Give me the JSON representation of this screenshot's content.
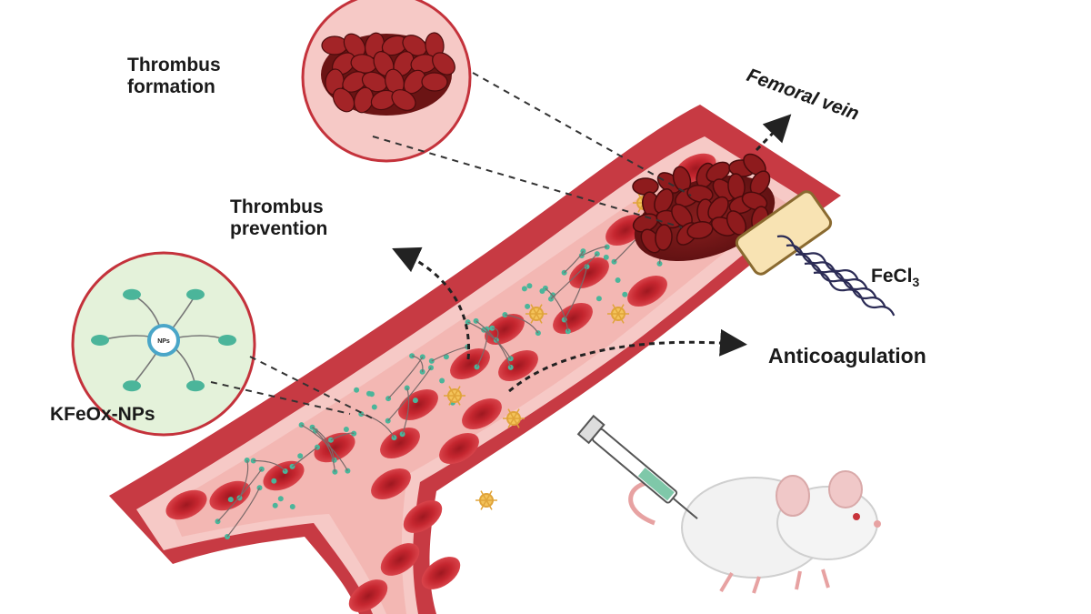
{
  "labels": {
    "thrombus_formation_line1": "Thrombus",
    "thrombus_formation_line2": "formation",
    "femoral_vein": "Femoral vein",
    "thrombus_prevention_line1": "Thrombus",
    "thrombus_prevention_line2": "prevention",
    "fecl3_base": "FeCl",
    "fecl3_sub": "3",
    "anticoagulation": "Anticoagulation",
    "nanoparticle": "KFeOx-NPs",
    "np_core": "NPs"
  },
  "colors": {
    "vessel_wall": "#c73a43",
    "vessel_wall_dark": "#a52a33",
    "vessel_lumen": "#f6c9c6",
    "vessel_inner": "#f0a8a6",
    "red_cell": "#c5262f",
    "red_cell_center": "#a21a23",
    "clot": "#6b1414",
    "np_circle_fill": "#e4f2da",
    "np_circle_stroke": "#c4323b",
    "np_dot": "#4bb59a",
    "platelet": "#f4c35a",
    "fecl3_patch": "#f8e3b3",
    "mouse": "#f2f2f2",
    "syringe": "#7fc8a9"
  },
  "icons": [
    "thrombus-clot-icon",
    "nanoparticle-icon",
    "mouse-icon",
    "syringe-icon",
    "fecl3-patch-icon"
  ]
}
